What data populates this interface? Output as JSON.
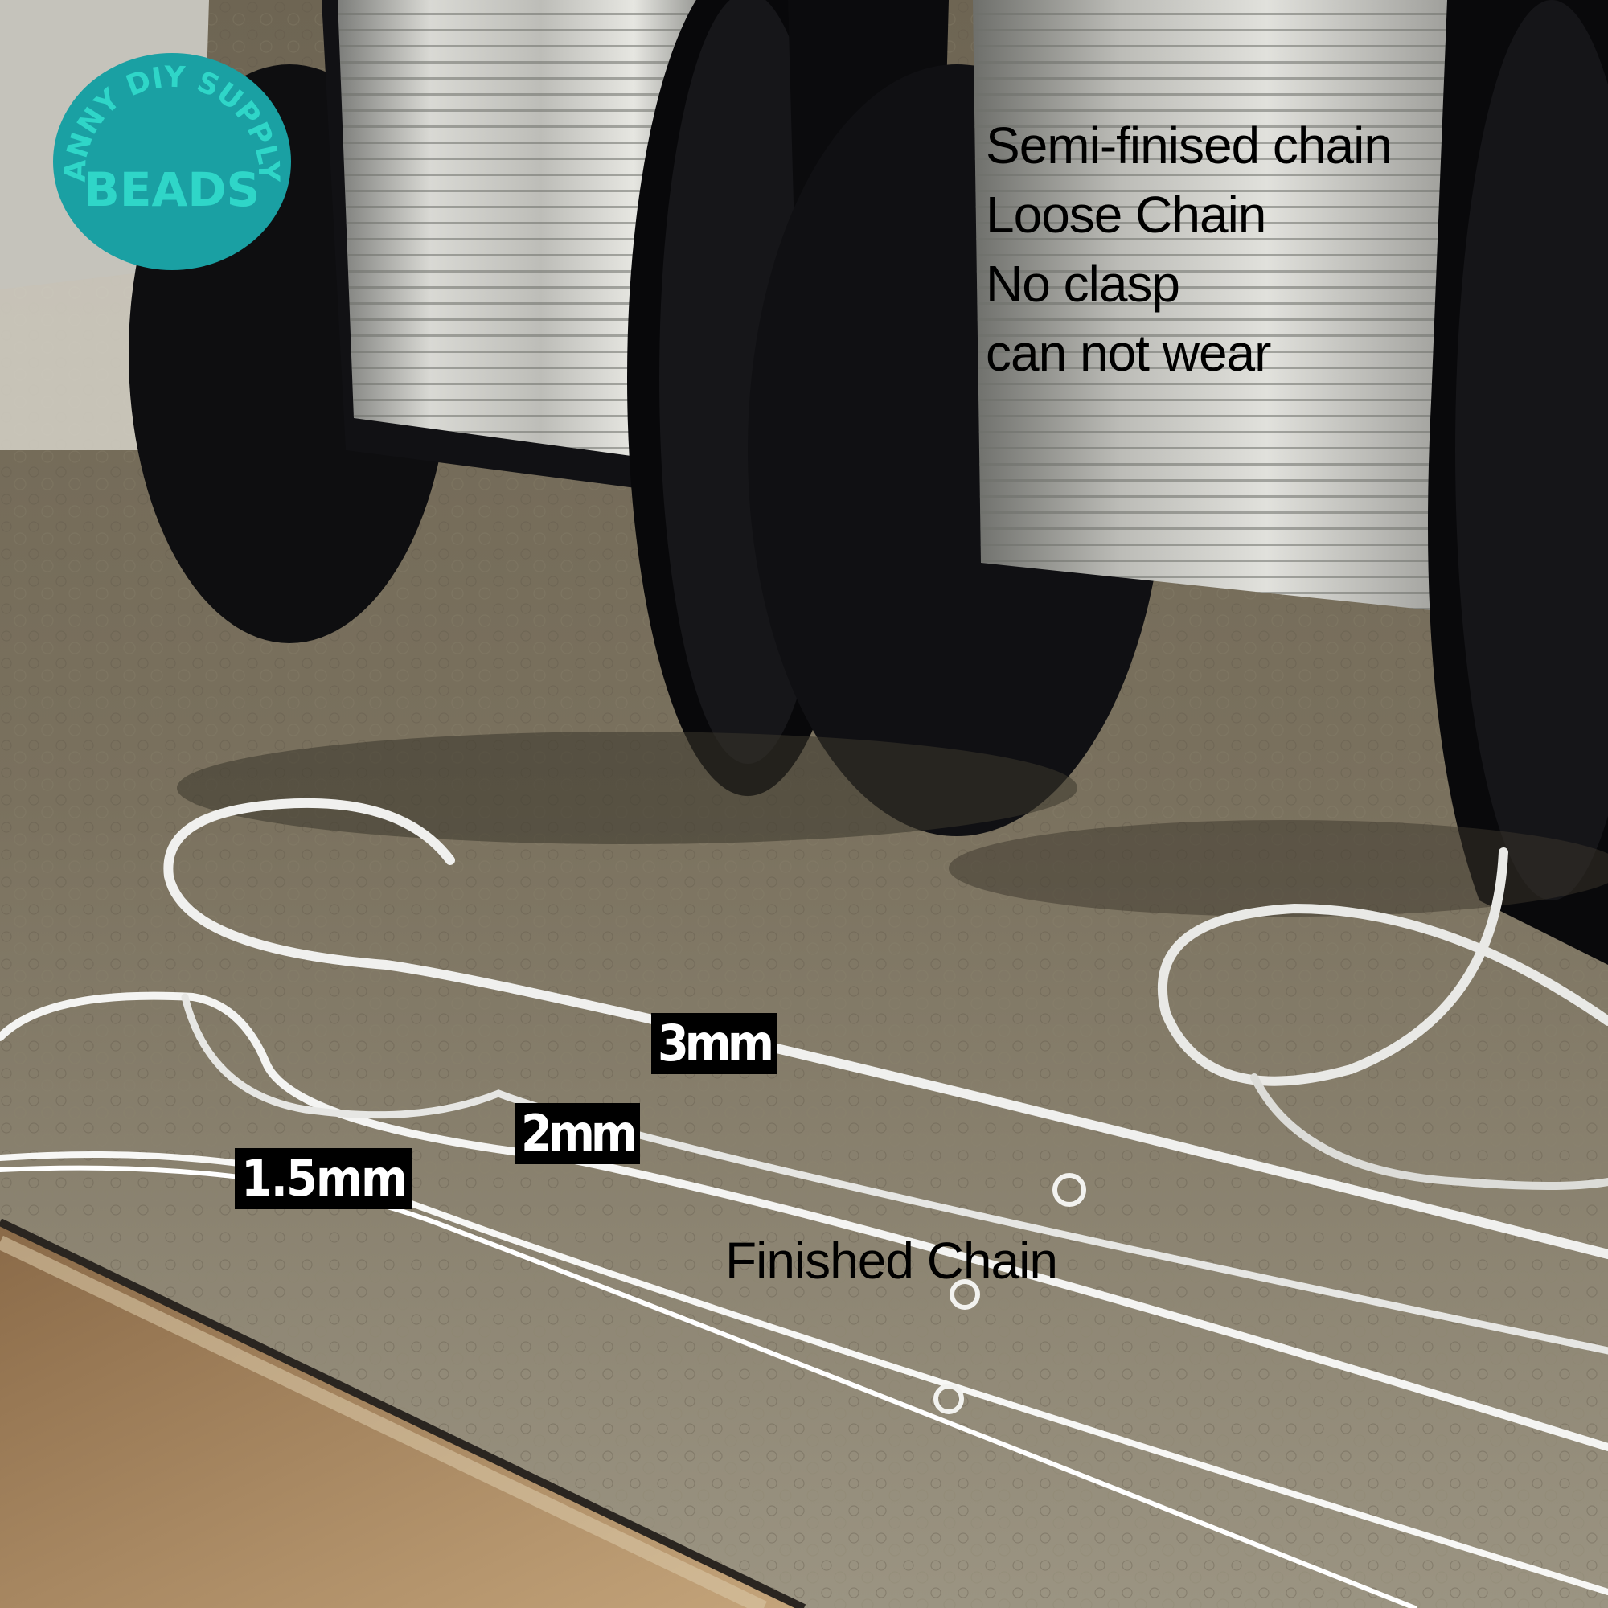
{
  "logo": {
    "arc_text": "ANNY DIY SUPPLY",
    "main_text": "BEADS",
    "badge_color": "#1aa0a3",
    "text_color": "#2fd6c8"
  },
  "semi_finished_note": {
    "lines": [
      "Semi-finised chain",
      "Loose Chain",
      "No clasp",
      "can not wear"
    ]
  },
  "size_labels": {
    "three": "3mm",
    "two": "2mm",
    "one_five": "1.5mm"
  },
  "finished_label": "Finished Chain"
}
